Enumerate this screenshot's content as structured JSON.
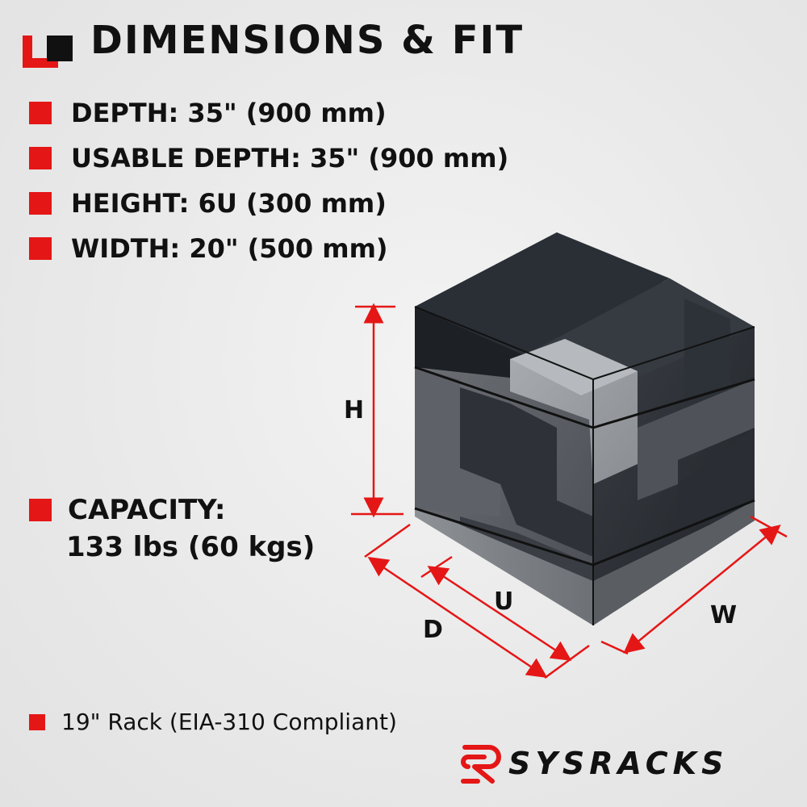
{
  "header": {
    "title": "DIMENSIONS & FIT"
  },
  "specs": [
    {
      "label": "DEPTH: 35\" (900 mm)"
    },
    {
      "label": "USABLE DEPTH: 35\" (900 mm)"
    },
    {
      "label": "HEIGHT: 6U (300 mm)"
    },
    {
      "label": "WIDTH: 20\" (500 mm)"
    }
  ],
  "capacity": {
    "label": "CAPACITY:",
    "value": "133 lbs (60 kgs)"
  },
  "rack_note": "19\" Rack (EIA-310 Compliant)",
  "dimension_labels": {
    "h": "H",
    "d": "D",
    "u": "U",
    "w": "W"
  },
  "brand": {
    "name": "SYSRACKS"
  },
  "colors": {
    "accent": "#e51616",
    "text": "#111111",
    "background": "#ececec"
  },
  "icons": {
    "corner": "corner-bracket-icon",
    "bullet": "square-bullet-icon",
    "logo": "sysracks-logo-icon"
  }
}
